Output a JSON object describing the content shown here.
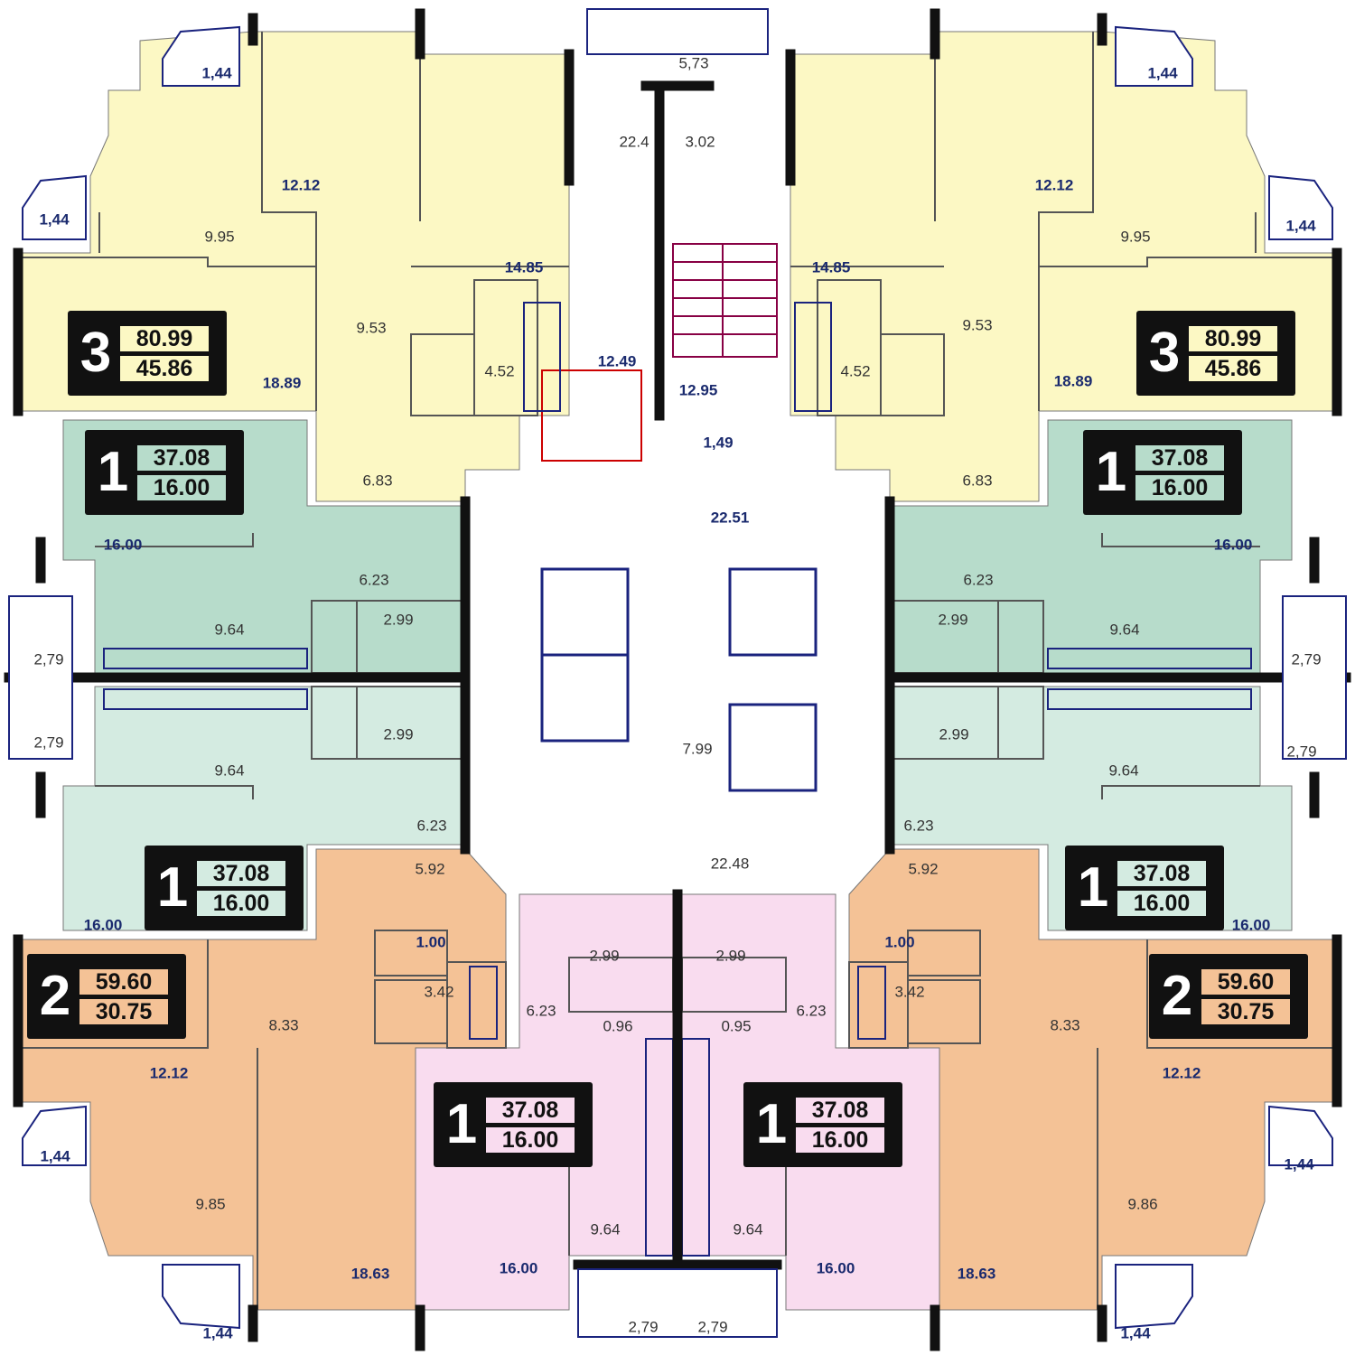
{
  "colors": {
    "apt3": "#fcf8c4",
    "apt1_green": "#b7dccb",
    "apt1_green_light": "#d4ebe1",
    "apt2": "#f4c296",
    "apt1_pink": "#f9dcef",
    "common": "#ffffff",
    "wall": "#111111"
  },
  "apartments": [
    {
      "id": "tl-3",
      "rooms": "3",
      "total": "80.99",
      "living": "45.86"
    },
    {
      "id": "tr-3",
      "rooms": "3",
      "total": "80.99",
      "living": "45.86"
    },
    {
      "id": "l1-1",
      "rooms": "1",
      "total": "37.08",
      "living": "16.00"
    },
    {
      "id": "r1-1",
      "rooms": "1",
      "total": "37.08",
      "living": "16.00"
    },
    {
      "id": "l2-1",
      "rooms": "1",
      "total": "37.08",
      "living": "16.00"
    },
    {
      "id": "r2-1",
      "rooms": "1",
      "total": "37.08",
      "living": "16.00"
    },
    {
      "id": "bl-2",
      "rooms": "2",
      "total": "59.60",
      "living": "30.75"
    },
    {
      "id": "br-2",
      "rooms": "2",
      "total": "59.60",
      "living": "30.75"
    },
    {
      "id": "bcl-1",
      "rooms": "1",
      "total": "37.08",
      "living": "16.00"
    },
    {
      "id": "bcr-1",
      "rooms": "1",
      "total": "37.08",
      "living": "16.00"
    }
  ],
  "room_labels": [
    {
      "t": "1,44",
      "bold": true
    },
    {
      "t": "1,44",
      "bold": true
    },
    {
      "t": "12.12",
      "bold": true
    },
    {
      "t": "9.95",
      "bold": false
    },
    {
      "t": "14.85",
      "bold": true
    },
    {
      "t": "9.53",
      "bold": false
    },
    {
      "t": "18.89",
      "bold": true
    },
    {
      "t": "4.52",
      "bold": false
    },
    {
      "t": "6.83",
      "bold": false
    },
    {
      "t": "5,73",
      "bold": false
    },
    {
      "t": "22.4",
      "bold": false
    },
    {
      "t": "3.02",
      "bold": false
    },
    {
      "t": "12.49",
      "bold": true
    },
    {
      "t": "12.95",
      "bold": true
    },
    {
      "t": "1,49",
      "bold": true
    },
    {
      "t": "1,44",
      "bold": true
    },
    {
      "t": "1,44",
      "bold": true
    },
    {
      "t": "12.12",
      "bold": true
    },
    {
      "t": "9.95",
      "bold": false
    },
    {
      "t": "14.85",
      "bold": true
    },
    {
      "t": "9.53",
      "bold": false
    },
    {
      "t": "18.89",
      "bold": true
    },
    {
      "t": "4.52",
      "bold": false
    },
    {
      "t": "6.83",
      "bold": false
    },
    {
      "t": "22.51",
      "bold": true
    },
    {
      "t": "16.00",
      "bold": true
    },
    {
      "t": "6.23",
      "bold": false
    },
    {
      "t": "9.64",
      "bold": false
    },
    {
      "t": "2.99",
      "bold": false
    },
    {
      "t": "2,79",
      "bold": false
    },
    {
      "t": "16.00",
      "bold": true
    },
    {
      "t": "6.23",
      "bold": false
    },
    {
      "t": "9.64",
      "bold": false
    },
    {
      "t": "2.99",
      "bold": false
    },
    {
      "t": "2,79",
      "bold": false
    },
    {
      "t": "2,79",
      "bold": false
    },
    {
      "t": "9.64",
      "bold": false
    },
    {
      "t": "2.99",
      "bold": false
    },
    {
      "t": "6.23",
      "bold": false
    },
    {
      "t": "16.00",
      "bold": true
    },
    {
      "t": "2,79",
      "bold": false
    },
    {
      "t": "9.64",
      "bold": false
    },
    {
      "t": "2.99",
      "bold": false
    },
    {
      "t": "6.23",
      "bold": false
    },
    {
      "t": "16.00",
      "bold": true
    },
    {
      "t": "7.99",
      "bold": false
    },
    {
      "t": "22.48",
      "bold": false
    },
    {
      "t": "5.92",
      "bold": false
    },
    {
      "t": "1.00",
      "bold": true
    },
    {
      "t": "3.42",
      "bold": false
    },
    {
      "t": "8.33",
      "bold": false
    },
    {
      "t": "12.12",
      "bold": true
    },
    {
      "t": "1,44",
      "bold": true
    },
    {
      "t": "9.85",
      "bold": false
    },
    {
      "t": "1,44",
      "bold": true
    },
    {
      "t": "18.63",
      "bold": true
    },
    {
      "t": "5.92",
      "bold": false
    },
    {
      "t": "1.00",
      "bold": true
    },
    {
      "t": "3.42",
      "bold": false
    },
    {
      "t": "8.33",
      "bold": false
    },
    {
      "t": "12.12",
      "bold": true
    },
    {
      "t": "1,44",
      "bold": true
    },
    {
      "t": "9.86",
      "bold": false
    },
    {
      "t": "1,44",
      "bold": true
    },
    {
      "t": "18.63",
      "bold": true
    },
    {
      "t": "2.99",
      "bold": false
    },
    {
      "t": "2.99",
      "bold": false
    },
    {
      "t": "6.23",
      "bold": false
    },
    {
      "t": "6.23",
      "bold": false
    },
    {
      "t": "0.96",
      "bold": false
    },
    {
      "t": "0.95",
      "bold": false
    },
    {
      "t": "9.64",
      "bold": false
    },
    {
      "t": "9.64",
      "bold": false
    },
    {
      "t": "16.00",
      "bold": true
    },
    {
      "t": "16.00",
      "bold": true
    },
    {
      "t": "2,79",
      "bold": false
    },
    {
      "t": "2,79",
      "bold": false
    }
  ]
}
